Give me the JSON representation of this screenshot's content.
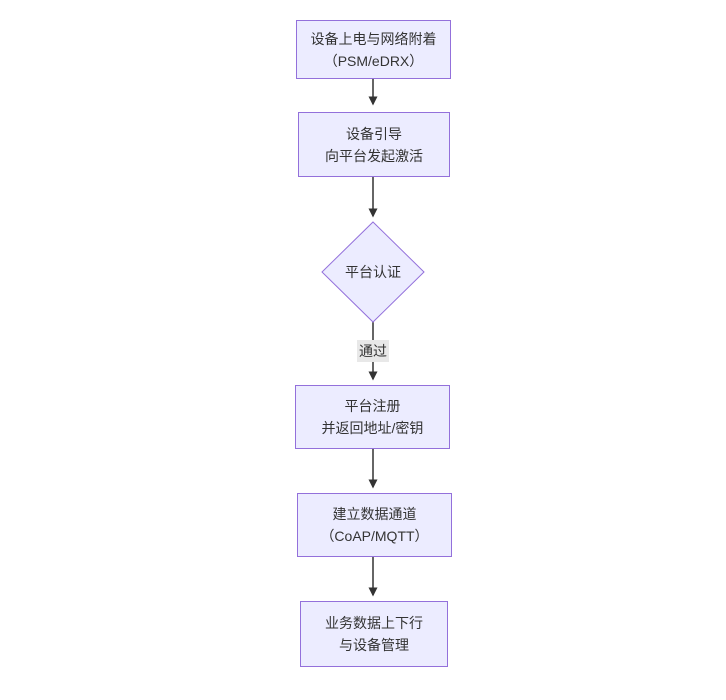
{
  "diagram": {
    "type": "flowchart-vertical",
    "background": "#ffffff",
    "node_fill": "#ECECFF",
    "node_border": "#9370DB",
    "arrow_color": "#333333",
    "text_color": "#333333",
    "edge_label_bg": "#e8e8e8",
    "nodes": [
      {
        "id": "power-network-attach",
        "type": "rect",
        "lines": [
          "设备上电与网络附着",
          "（PSM/eDRX）"
        ]
      },
      {
        "id": "device-bootstrap",
        "type": "rect",
        "lines": [
          "设备引导",
          "向平台发起激活"
        ]
      },
      {
        "id": "platform-auth",
        "type": "diamond",
        "lines": [
          "平台认证"
        ]
      },
      {
        "id": "platform-register",
        "type": "rect",
        "lines": [
          "平台注册",
          "并返回地址/密钥"
        ]
      },
      {
        "id": "data-channel",
        "type": "rect",
        "lines": [
          "建立数据通道",
          "（CoAP/MQTT）"
        ]
      },
      {
        "id": "business-data",
        "type": "rect",
        "lines": [
          "业务数据上下行",
          "与设备管理"
        ]
      }
    ],
    "edges": [
      {
        "from": "power-network-attach",
        "to": "device-bootstrap",
        "label": ""
      },
      {
        "from": "device-bootstrap",
        "to": "platform-auth",
        "label": ""
      },
      {
        "from": "platform-auth",
        "to": "platform-register",
        "label": "通过"
      },
      {
        "from": "platform-register",
        "to": "data-channel",
        "label": ""
      },
      {
        "from": "data-channel",
        "to": "business-data",
        "label": ""
      }
    ]
  }
}
